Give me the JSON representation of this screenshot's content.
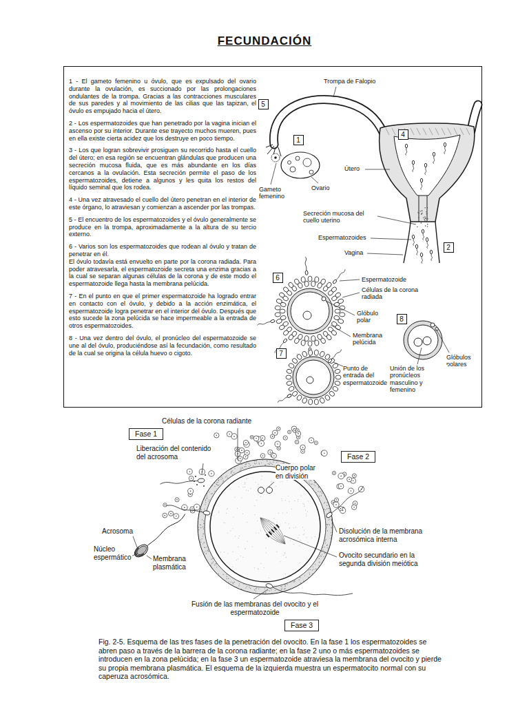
{
  "diagram": {
    "title": "FECUNDACIÓN",
    "caption": "Fig. 2-5. Esquema de las tres fases de la penetración del ovocito. En la fase 1 los espermatozoides se abren paso a través de la barrera de la corona radiante; en la fase 2 uno o más espermatozoides se introducen en la zona pelúcida; en la fase 3 un espermatozoide atraviesa la membrana del ovocito y pierde su propia membrana plasmática. El esquema de la izquierda muestra un espermatocito normal con su caperuza acrosómica.",
    "nodes": [
      {
        "text": [
          "1 - El gameto femenino u óvulo, que es expulsado del ovario durante la ovulación, es succionado por las prolongaciones ondulantes de la trompa. Gracias a las contracciones musculares de sus paredes y al movimiento de las cilias que las tapizan, el óvulo es empujado hacia el útero.",
          "2 - Los espermatozoides que han penetrado por la vagina inician el ascenso por su interior. Durante ese trayecto muchos mueren, pues en ella existe cierta acidez que los destruye en poco tiempo.",
          "3 - Los que logran sobrevivir prosiguen su recorrido hasta el cuello del útero; en esa región se encuentran glándulas que producen una secreción mucosa fluida, que es más abundante en los días cercanos a la ovulación. Esta secreción permite el paso de los espermatozoides, detiene a algunos y les quita los restos del líquido seminal que los rodea.",
          "4 - Una vez atravesado el cuello del útero penetran en el interior de este órgano, lo atraviesan y comienzan a ascender por las trompas.",
          "5 - El encuentro de los espermatozoides y el óvulo generalmente se produce en la trompa, aproximadamente a la altura de su tercio externo.",
          "6 - Varios son los espermatozoides que rodean al óvulo y tratan de penetrar en él.",
          "El óvulo todavía está envuelto en parte por la corona radiada. Para poder atravesarla, el espermatozoide secreta una enzima gracias a la cual se separan algunas células de la corona y de este modo el espermatozoide llega hasta la membrana pelúcida.",
          "7 - En el punto en que el primer espermatozoide ha logrado entrar en contacto con el óvulo, y debido a la acción enzimática, el espermatozoide logra penetrar en el interior del óvulo. Después que esto sucede la zona pelúcida se hace impermeable a la entrada de otros espermatozoides.",
          "8 - Una vez dentro del óvulo, el pronúcleo del espermatozoide se une al del óvulo, produciéndose así la fecundación, como resultado de la cual se origina la célula huevo o cigoto."
        ]
      },
      {
        "text": [
          "5"
        ],
        "in": 0
      },
      {
        "text": [
          "1"
        ],
        "in": 0
      },
      {
        "text": [
          "4"
        ],
        "in": 0
      },
      {
        "text": [
          "2"
        ],
        "in": 0
      },
      {
        "text": [
          "6"
        ],
        "in": 0
      },
      {
        "text": [
          "8"
        ],
        "in": 0
      },
      {
        "text": [
          "7"
        ],
        "in": 0
      },
      {
        "text": [
          "Fase 1"
        ]
      },
      {
        "text": [
          "Fase 2"
        ]
      },
      {
        "text": [
          "Fase 3"
        ]
      }
    ],
    "labels": [
      "Trompa de Falopio",
      "Útero",
      "Gameto femenino",
      "Ovario",
      "Secreción mucosa del cuello uterino",
      "Espermatozoides",
      "Vagina",
      "Espermatozoide",
      "Células de la corona radiada",
      "Glóbulo polar",
      "Membrana pelúcida",
      "Glóbulos polares",
      "Unión de los pronúcleos masculino y femenino",
      "Punto de entrada del espermatozoide",
      "Células de la corona radiante",
      "Liberación del contenido del acrosoma",
      "Cuerpo polar en división",
      "Acrosoma",
      "Núcleo espermático",
      "Membrana plasmática",
      "Disolución de la membrana acrosómica interna",
      "Ovocito secundario en la segunda división meiótica",
      "Fusión de las membranas del ovocito y el espermatozoide"
    ]
  }
}
